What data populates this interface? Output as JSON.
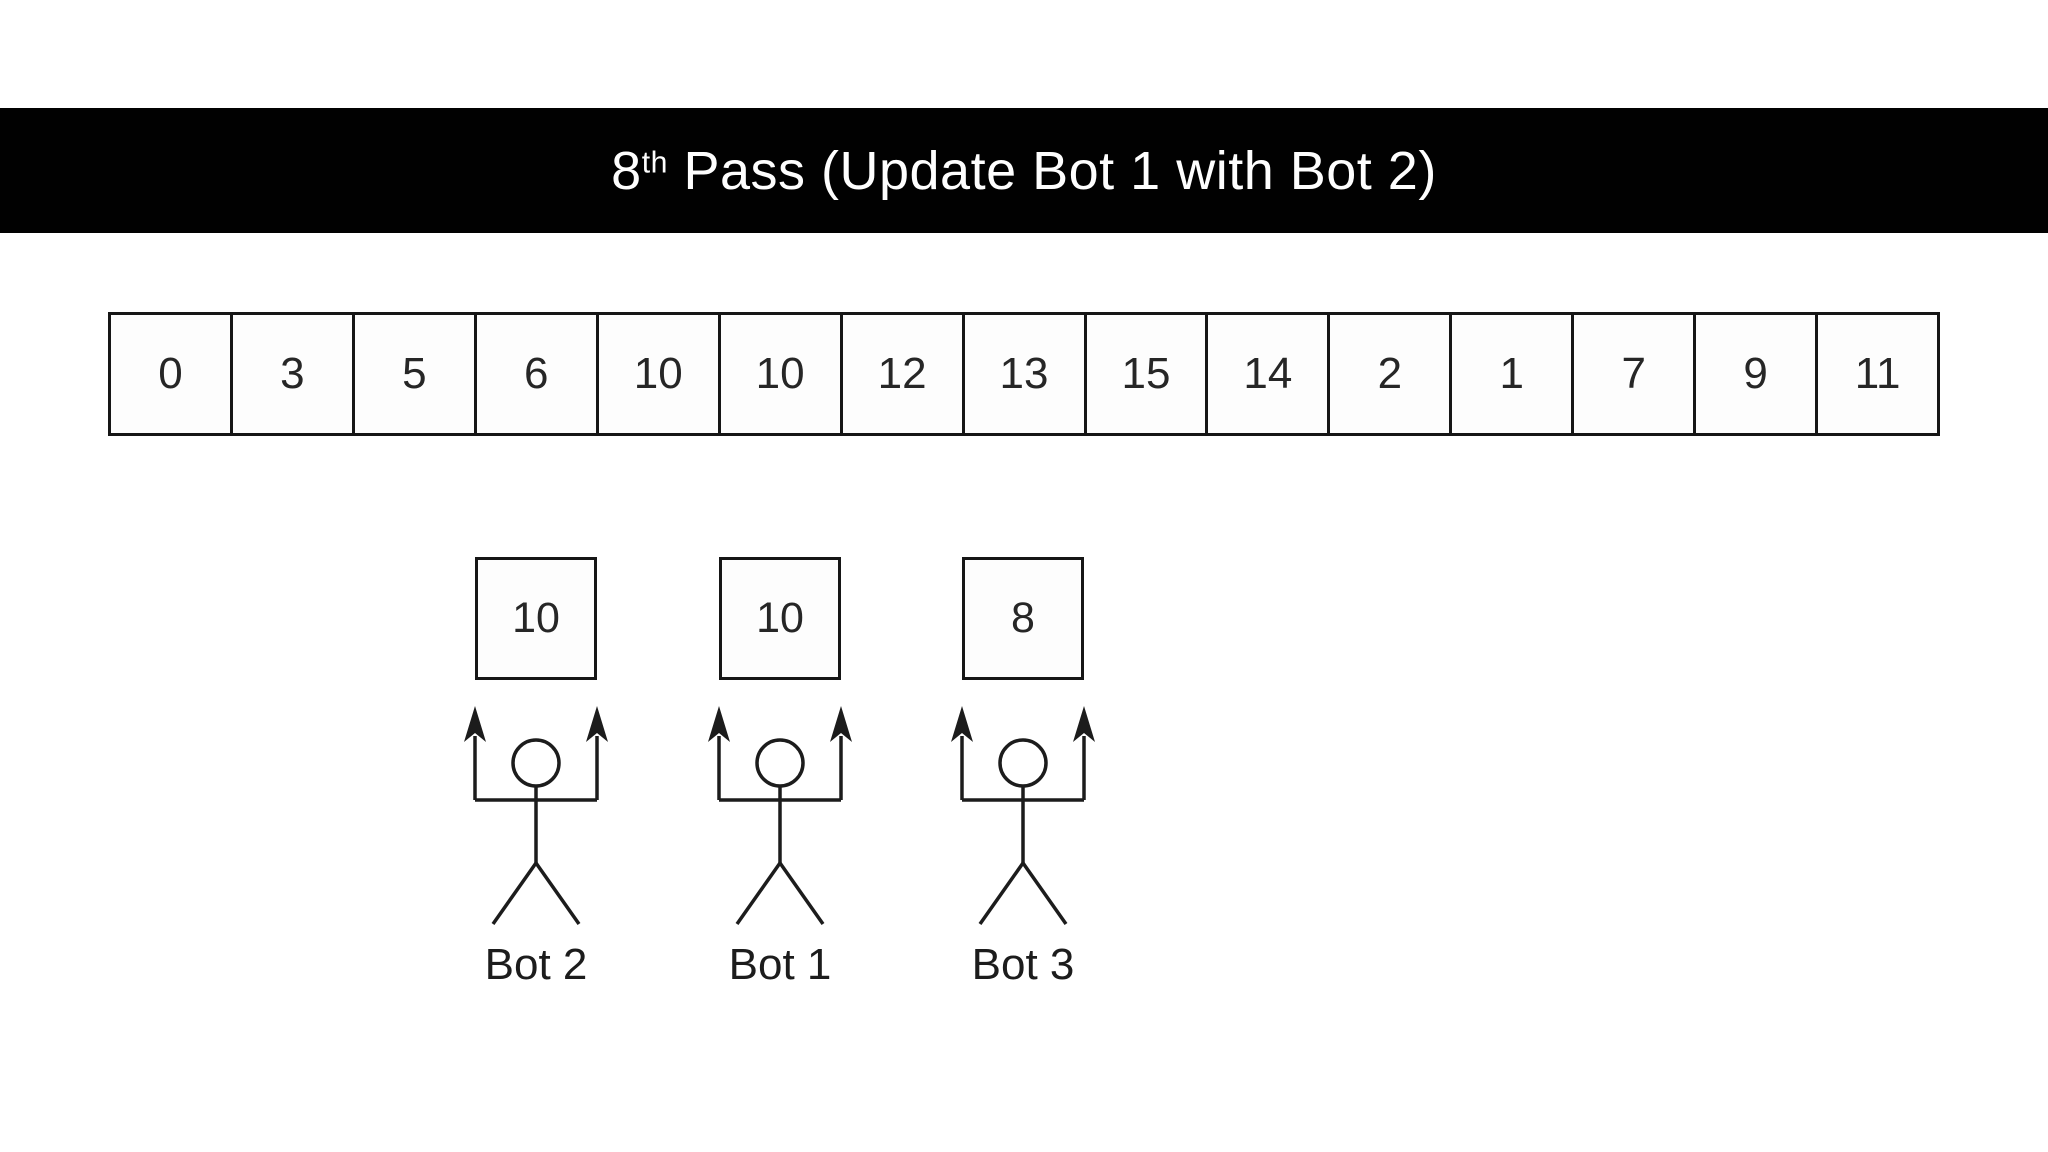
{
  "title": {
    "number": "8",
    "ordinal": "th",
    "rest": " Pass (Update Bot 1 with Bot 2)"
  },
  "array": {
    "cells": [
      "0",
      "3",
      "5",
      "6",
      "10",
      "10",
      "12",
      "13",
      "15",
      "14",
      "2",
      "1",
      "7",
      "9",
      "11"
    ]
  },
  "bots": [
    {
      "value": "10",
      "label": "Bot 2"
    },
    {
      "value": "10",
      "label": "Bot 1"
    },
    {
      "value": "8",
      "label": "Bot 3"
    }
  ],
  "colors": {
    "banner_bg": "#010101",
    "banner_text": "#fefefe",
    "line": "#1c1c1c",
    "background": "#ffffff"
  }
}
